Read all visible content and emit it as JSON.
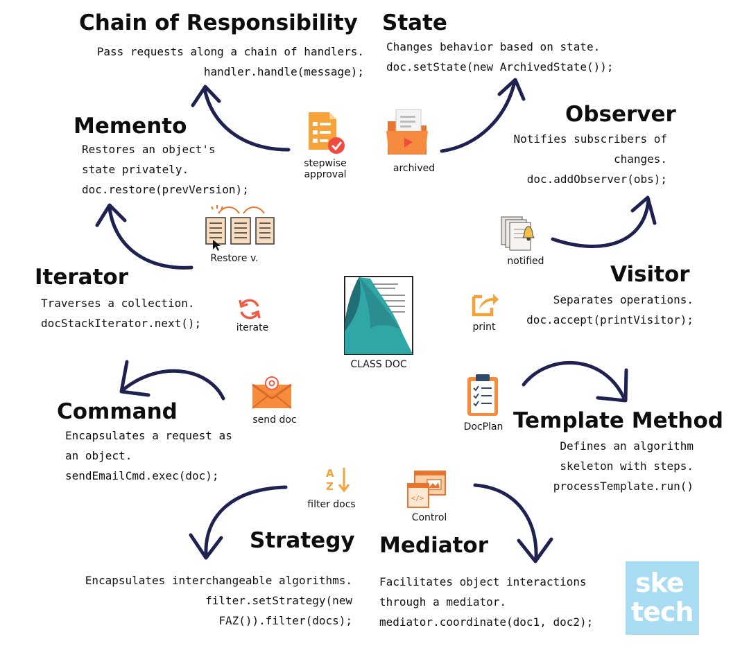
{
  "patterns": {
    "chain": {
      "title": "Chain of Responsibility",
      "lines": [
        "Pass requests along a chain of handlers.",
        "handler.handle(message);"
      ]
    },
    "state": {
      "title": "State",
      "lines": [
        "Changes behavior based on state.",
        "doc.setState(new ArchivedState());"
      ]
    },
    "memento": {
      "title": "Memento",
      "lines": [
        "Restores an object's",
        "state privately.",
        "doc.restore(prevVersion);"
      ]
    },
    "observer": {
      "title": "Observer",
      "lines": [
        "Notifies subscribers of",
        "changes.",
        "doc.addObserver(obs);"
      ]
    },
    "iterator": {
      "title": "Iterator",
      "lines": [
        "Traverses a collection.",
        "docStackIterator.next();"
      ]
    },
    "visitor": {
      "title": "Visitor",
      "lines": [
        "Separates operations.",
        "doc.accept(printVisitor);"
      ]
    },
    "command": {
      "title": "Command",
      "lines": [
        "Encapsulates a request as",
        "an object.",
        "sendEmailCmd.exec(doc);"
      ]
    },
    "template": {
      "title": "Template Method",
      "lines": [
        "Defines an algorithm",
        "skeleton with steps.",
        "processTemplate.run()"
      ]
    },
    "strategy": {
      "title": "Strategy",
      "lines": [
        "Encapsulates interchangeable algorithms.",
        "filter.setStrategy(new",
        "FAZ()).filter(docs);"
      ]
    },
    "mediator": {
      "title": "Mediator",
      "lines": [
        "Facilitates object interactions",
        "through a mediator.",
        "mediator.coordinate(doc1, doc2);"
      ]
    }
  },
  "icons": {
    "stepwise": [
      "stepwise",
      "approval"
    ],
    "archived": "archived",
    "notified": "notified",
    "restore": "Restore v.",
    "iterate": "iterate",
    "print": "print",
    "center": "CLASS DOC",
    "send": "send doc",
    "docplan": "DocPlan",
    "filter": "filter docs",
    "control": "Control"
  },
  "logo": {
    "line1": "ske",
    "line2": "tech"
  },
  "colors": {
    "arrow": "#1f2150",
    "orange": "#f58b3b",
    "teal": "#2fa7a6",
    "logo_bg": "#a8dcf2"
  }
}
